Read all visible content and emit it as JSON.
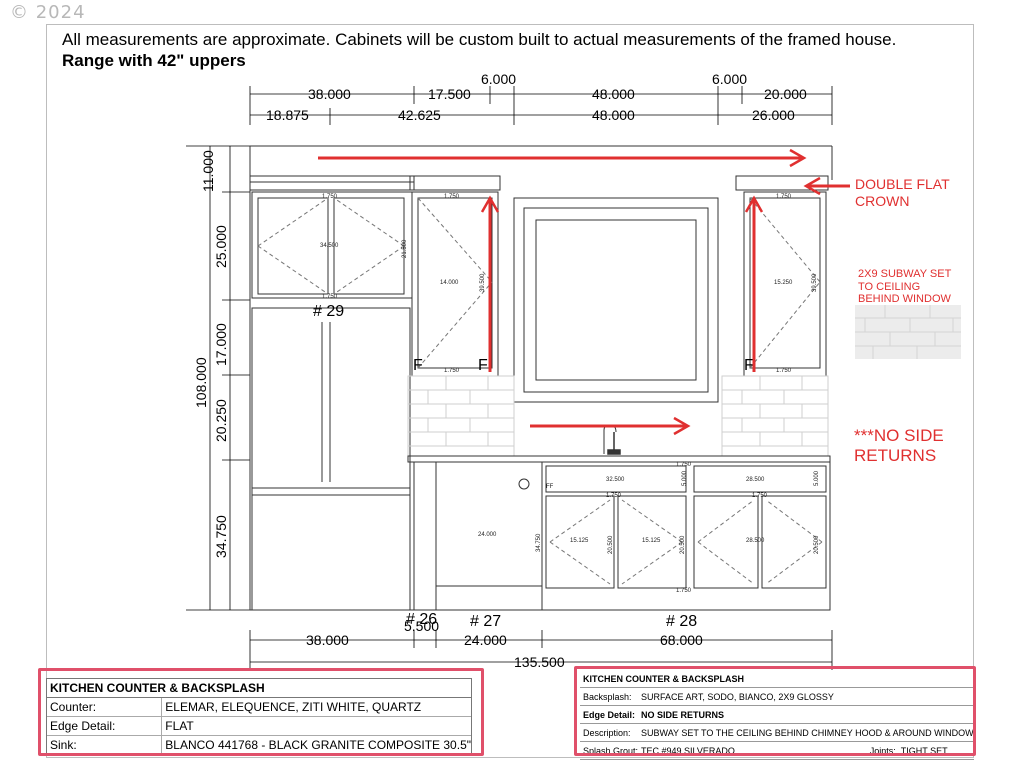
{
  "copyright": "© 2024",
  "notes": {
    "line1": "All measurements are approximate.  Cabinets will be custom built to actual measurements of the framed house.",
    "line2": "Range with 42\" uppers"
  },
  "dims_top_row1": [
    "38.000",
    "17.500",
    "6.000",
    "48.000",
    "6.000",
    "20.000"
  ],
  "dims_top_row2": [
    "18.875",
    "42.625",
    "48.000",
    "26.000"
  ],
  "dims_left": [
    "11.000",
    "25.000",
    "17.000",
    "20.250",
    "34.750",
    "108.000"
  ],
  "dims_bottom_row1": [
    "38.000",
    "5.500",
    "24.000",
    "68.000"
  ],
  "dims_bottom_total": "135.500",
  "cabinet_labels": [
    "# 29",
    "# 26",
    "# 27",
    "# 28"
  ],
  "filler_labels": [
    "F",
    "F",
    "F"
  ],
  "small_dims": {
    "upper_left": [
      "1.750",
      "34.500",
      "1.750",
      "21.500"
    ],
    "upper_mid": [
      "1.750",
      "14.000",
      "39.500",
      "1.750"
    ],
    "upper_right": [
      "1.750",
      "15.250",
      "39.500",
      "1.750"
    ],
    "dishwasher": "24.000",
    "sink_drawer": [
      "1.750",
      "32.500",
      "5.000"
    ],
    "right_drawer": [
      "28.500",
      "5.000"
    ],
    "doors": [
      "1.750",
      "15.125",
      "20.500",
      "15.125",
      "20.500",
      "1.750",
      "28.500",
      "20.500",
      "1.750"
    ],
    "ff": "FF",
    "base_height": "34.750"
  },
  "annotations": {
    "crown": "DOUBLE FLAT\nCROWN",
    "crown_l1": "DOUBLE FLAT",
    "crown_l2": "CROWN",
    "subway_l1": "2X9 SUBWAY SET",
    "subway_l2": "TO CEILING",
    "subway_l3": "BEHIND WINDOW",
    "no_side_l1": "***NO SIDE",
    "no_side_l2": "RETURNS"
  },
  "left_table": {
    "title": "KITCHEN COUNTER & BACKSPLASH",
    "rows": [
      {
        "k": "Counter:",
        "v": "ELEMAR, ELEQUENCE, ZITI WHITE, QUARTZ"
      },
      {
        "k": "Edge Detail:",
        "v": "FLAT"
      },
      {
        "k": "Sink:",
        "v": "BLANCO 441768 - BLACK GRANITE COMPOSITE 30.5\""
      }
    ]
  },
  "right_table": {
    "title": "KITCHEN COUNTER & BACKSPLASH",
    "rows": [
      {
        "k": "Backsplash:",
        "v": "SURFACE ART, SODO, BIANCO, 2X9 GLOSSY"
      },
      {
        "k": "Edge Detail:",
        "v": "NO SIDE RETURNS"
      },
      {
        "k": "Description:",
        "v": "SUBWAY SET TO THE CEILING BEHIND CHIMNEY HOOD & AROUND WINDOW"
      },
      {
        "k": "Splash Grout:",
        "v": "TEC #949 SILVERADO",
        "extra_k": "Joints:",
        "extra_v": "TIGHT SET"
      }
    ]
  },
  "colors": {
    "annotation_red": "#e03030",
    "highlight_frame": "#e0506a"
  }
}
